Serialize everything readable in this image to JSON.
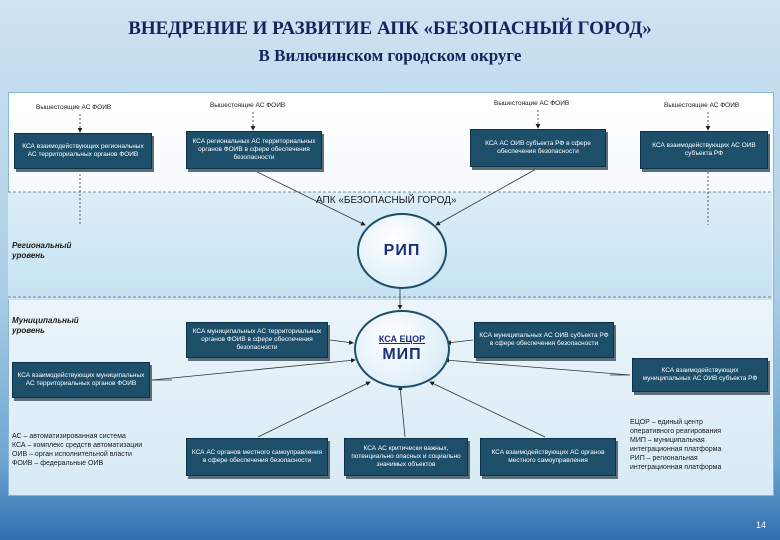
{
  "title": "ВНЕДРЕНИЕ И РАЗВИТИЕ АПК «БЕЗОПАСНЫЙ ГОРОД»",
  "subtitle": "В Вилючинском городском округе",
  "top_captions": [
    "Вышестоящие АС ФОИВ",
    "Вышестоящие АС ФОИВ",
    "Вышестоящие АС ФОИВ",
    "Вышестоящие АС ФОИВ"
  ],
  "top_boxes": [
    "КСА взаимодействующих региональных АС территориальных органов ФОИВ",
    "КСА региональных АС территориальных органов ФОИВ в сфере обеспечения безопасности",
    "КСА АС ОИВ субъекта РФ в сфере обеспечения безопасности",
    "КСА взаимодействующих АС ОИВ субъекта РФ"
  ],
  "apk_label": "АПК «БЕЗОПАСНЫЙ ГОРОД»",
  "levels": {
    "regional": "Региональный уровень",
    "municipal": "Муниципальный уровень"
  },
  "rip": "РИП",
  "ksa_ecor": "КСА ЕЦОР",
  "mip": "МИП",
  "mid_boxes": [
    "КСА муниципальных АС территориальных органов ФОИВ в сфере обеспечения безопасности",
    "КСА муниципальных АС ОИВ субъекта РФ в сфере обеспечения безопасности",
    "КСА взаимодействующих муниципальных АС территориальных органов ФОИВ",
    "КСА взаимодействующих муниципальных АС ОИВ субъекта РФ"
  ],
  "bottom_boxes": [
    "КСА АС органов местного самоуправления в сфере обеспечения безопасности",
    "КСА АС критически важных, потенциально опасных и социально значимых объектов",
    "КСА взаимодействующих АС органов местного самоуправления"
  ],
  "legend_left": [
    "АС – автоматизированная система",
    "КСА – комплекс средств автоматизации",
    "ОИВ – орган исполнительной власти",
    "ФОИВ – федеральные ОИВ"
  ],
  "legend_right": [
    "ЕЦОР – единый центр",
    "оперативного реагирования",
    "МИП – муниципальная",
    "интеграционная платформа",
    "РИП – региональная",
    "интеграционная платформа"
  ],
  "page_number": "14"
}
